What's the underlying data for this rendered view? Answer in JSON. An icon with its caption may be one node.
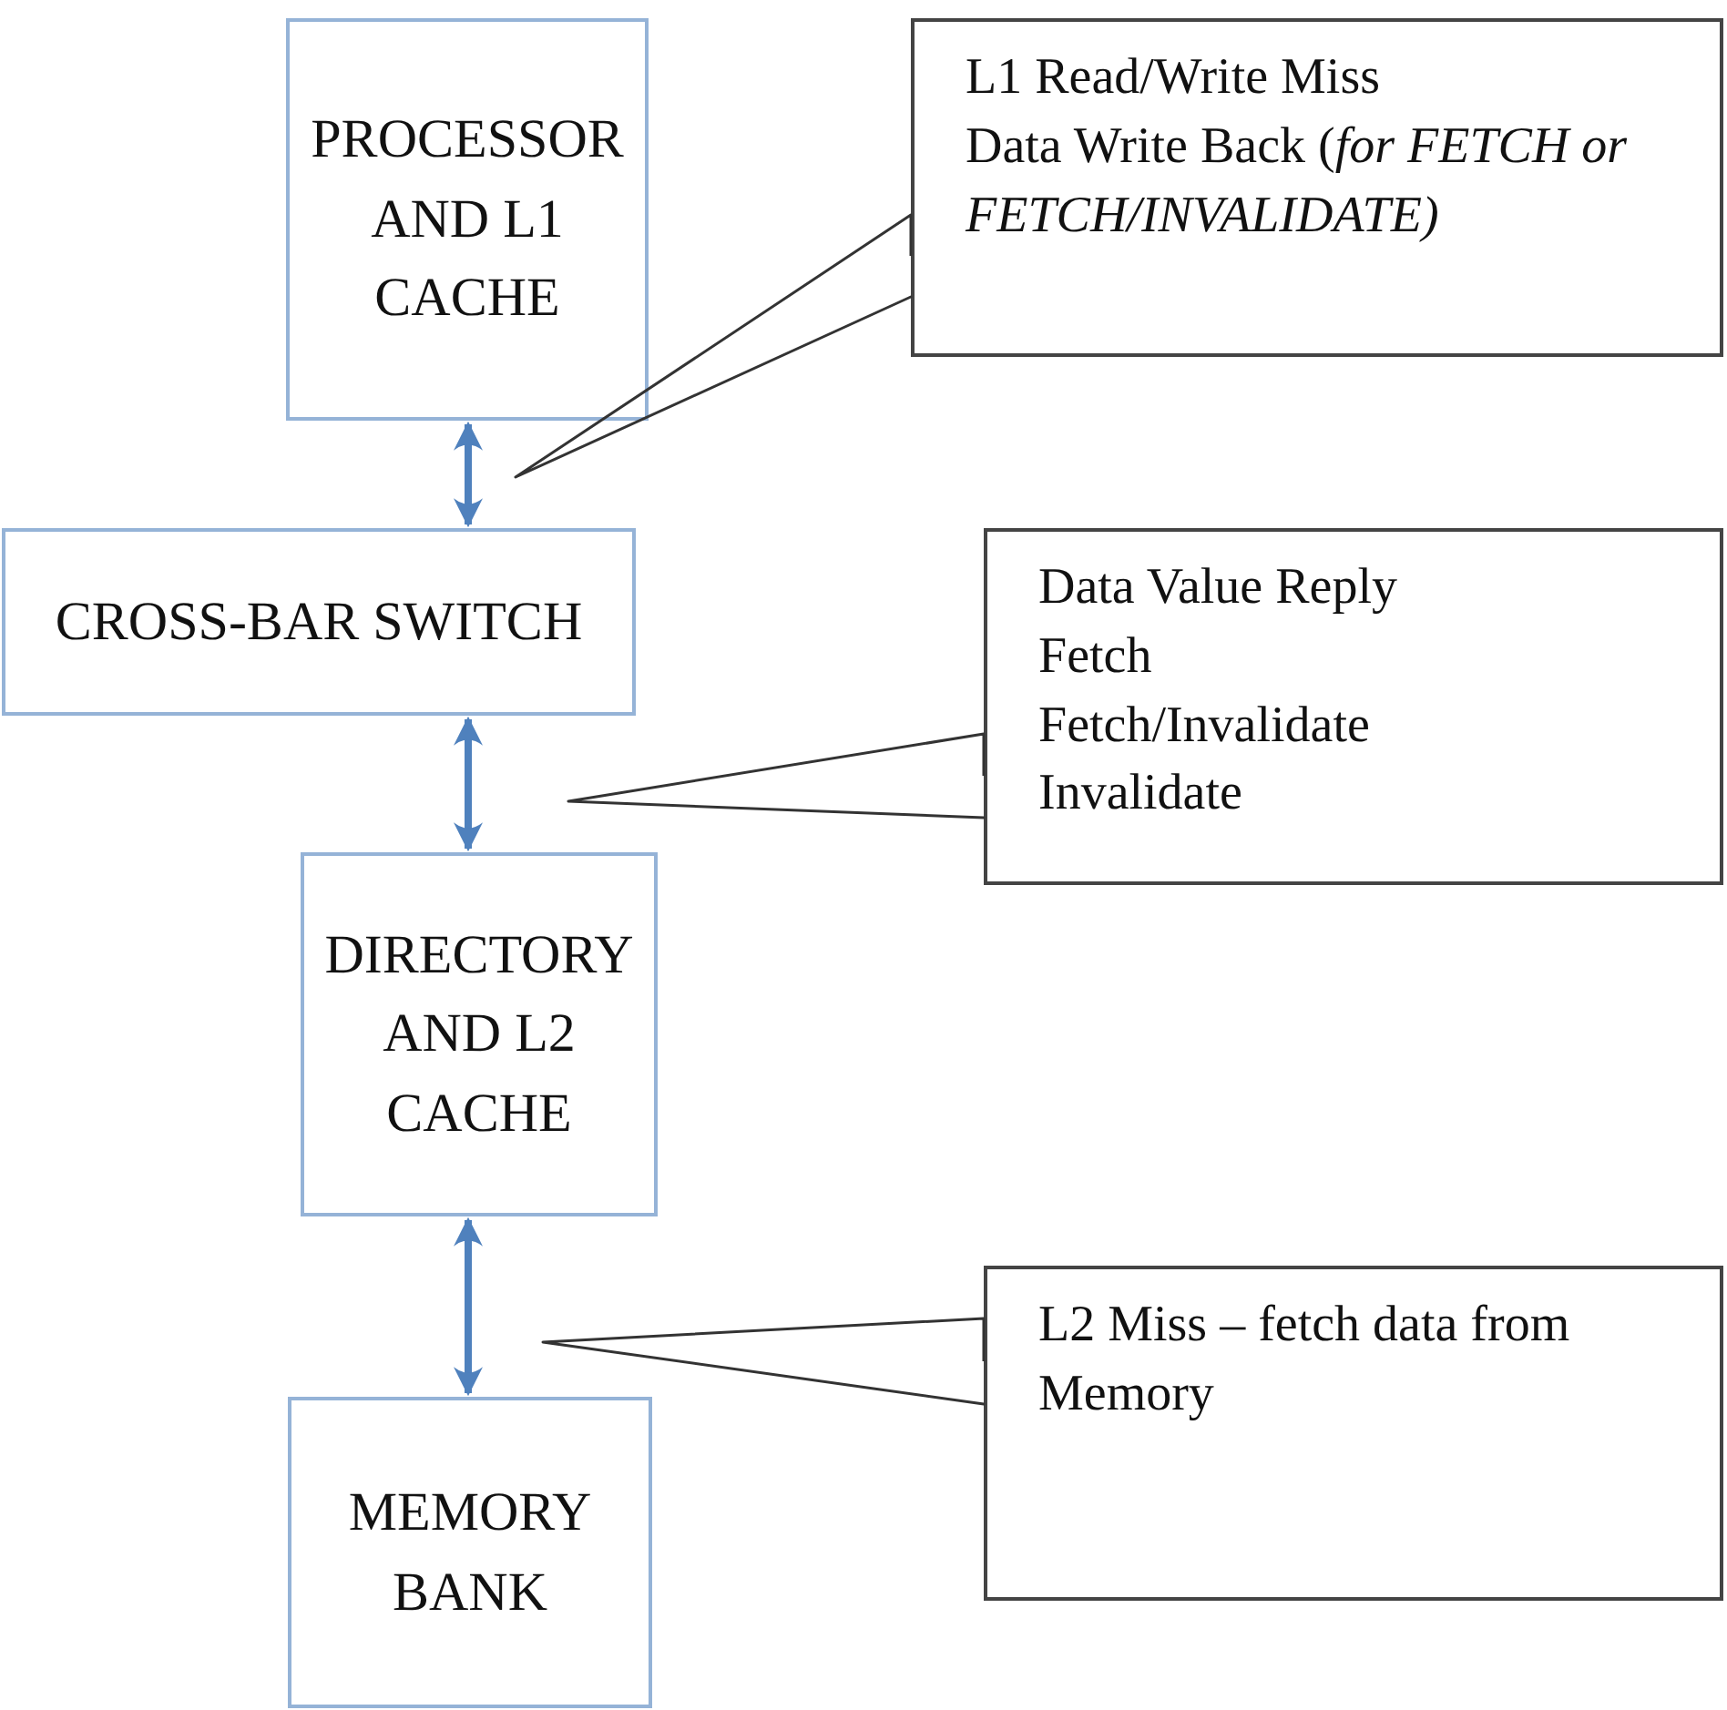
{
  "diagram": {
    "nodes": [
      {
        "text": [
          "PROCESSOR AND L1 CACHE"
        ]
      },
      {
        "text": [
          "CROSS-BAR SWITCH"
        ]
      },
      {
        "text": [
          "DIRECTORY AND L2 CACHE"
        ]
      },
      {
        "text": [
          "MEMORY BANK"
        ]
      },
      {
        "text": [
          "L1 Read/Write Miss",
          "Data Write Back (*for FETCH or FETCH/INVALIDATE)*"
        ]
      },
      {
        "text": [
          "Data Value Reply",
          "Fetch",
          "Fetch/Invalidate",
          "Invalidate"
        ]
      },
      {
        "text": [
          "L2 Miss – fetch data from Memory"
        ]
      }
    ],
    "edges": [
      {
        "from": 0,
        "to": 1,
        "arrow": "both",
        "style": "thick"
      },
      {
        "from": 1,
        "to": 2,
        "arrow": "both",
        "style": "thick"
      },
      {
        "from": 2,
        "to": 3,
        "arrow": "both",
        "style": "thick"
      },
      {
        "from": 4,
        "to": null,
        "arrow": "none",
        "color": "#333333"
      },
      {
        "from": 5,
        "to": null,
        "arrow": "none",
        "color": "#333333"
      },
      {
        "from": 6,
        "to": null,
        "arrow": "none",
        "color": "#333333"
      }
    ]
  }
}
